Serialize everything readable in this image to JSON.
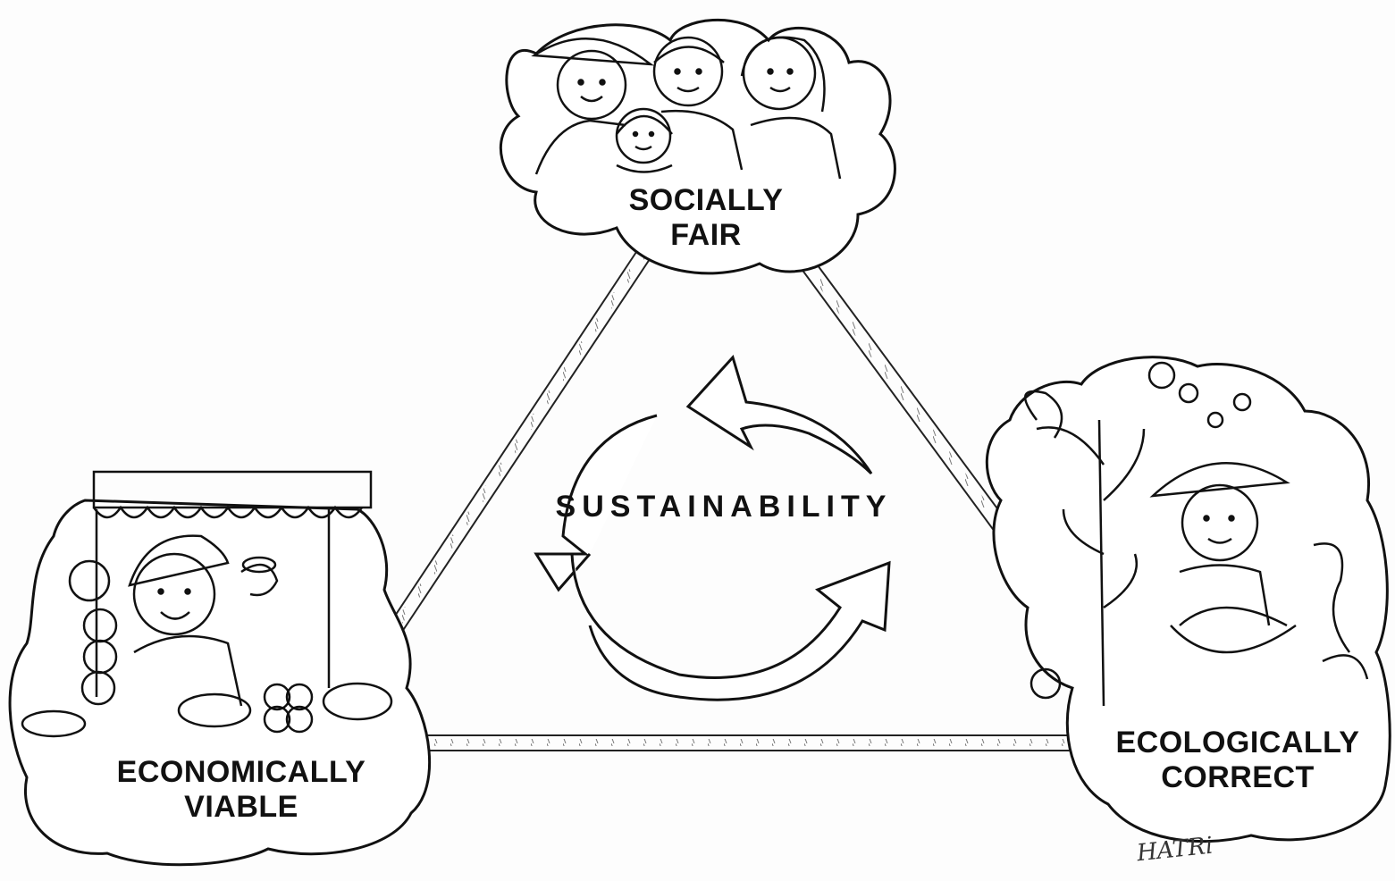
{
  "diagram": {
    "nodes": {
      "social": {
        "line1": "SOCIALLY",
        "line2": "FAIR"
      },
      "economic": {
        "line1": "ECONOMICALLY",
        "line2": "VIABLE"
      },
      "ecological": {
        "line1": "ECOLOGICALLY",
        "line2": "CORRECT"
      }
    },
    "center_label": "SUSTAINABILITY",
    "signature": "HATRi"
  },
  "colors": {
    "ink": "#111111",
    "background": "#fdfdfd"
  }
}
